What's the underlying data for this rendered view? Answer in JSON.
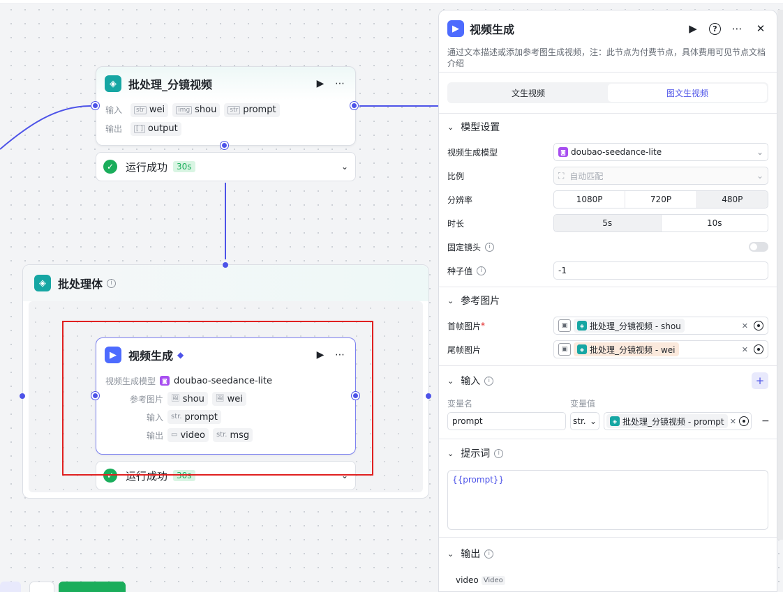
{
  "canvas": {
    "node1": {
      "title": "批处理_分镜视频",
      "input_label": "输入",
      "output_label": "输出",
      "inputs": [
        "wei",
        "shou",
        "prompt"
      ],
      "outputs": [
        "output"
      ],
      "status": "运行成功",
      "duration": "30s"
    },
    "batch": {
      "title": "批处理体"
    },
    "node2": {
      "title": "视频生成",
      "model_label": "视频生成模型",
      "model_value": "doubao-seedance-lite",
      "ref_label": "参考图片",
      "refs": [
        "shou",
        "wei"
      ],
      "input_label": "输入",
      "inputs": [
        "prompt"
      ],
      "output_label": "输出",
      "outputs": [
        "video",
        "msg"
      ],
      "status": "运行成功",
      "duration": "30s",
      "str_tag": "str."
    }
  },
  "panel": {
    "title": "视频生成",
    "description": "通过文本描述或添加参考图生成视频，注：此节点为付费节点，具体费用可见节点文档介绍",
    "tabs": [
      "文生视频",
      "图文生视频"
    ],
    "active_tab": "图文生视频",
    "model_section": {
      "title": "模型设置",
      "model_label": "视频生成模型",
      "model_value": "doubao-seedance-lite",
      "ratio_label": "比例",
      "ratio_value": "自动匹配",
      "resolution_label": "分辨率",
      "resolutions": [
        "1080P",
        "720P",
        "480P"
      ],
      "duration_label": "时长",
      "durations": [
        "5s",
        "10s"
      ],
      "fixed_label": "固定镜头",
      "seed_label": "种子值",
      "seed_value": "-1"
    },
    "ref_section": {
      "title": "参考图片",
      "first_label": "首帧图片",
      "first_value": "批处理_分镜视频 - shou",
      "last_label": "尾帧图片",
      "last_value": "批处理_分镜视频 - wei"
    },
    "input_section": {
      "title": "输入",
      "col_name": "变量名",
      "col_value": "变量值",
      "var_name": "prompt",
      "var_type": "str.",
      "var_value": "批处理_分镜视频 - prompt"
    },
    "prompt_section": {
      "title": "提示词",
      "value": "{{prompt}}"
    },
    "output_section": {
      "title": "输出",
      "name": "video",
      "type": "Video"
    }
  },
  "colors": {
    "accent": "#4d53e8",
    "teal": "#16a6a3",
    "success": "#1aad5b",
    "selection": "#e02020"
  }
}
